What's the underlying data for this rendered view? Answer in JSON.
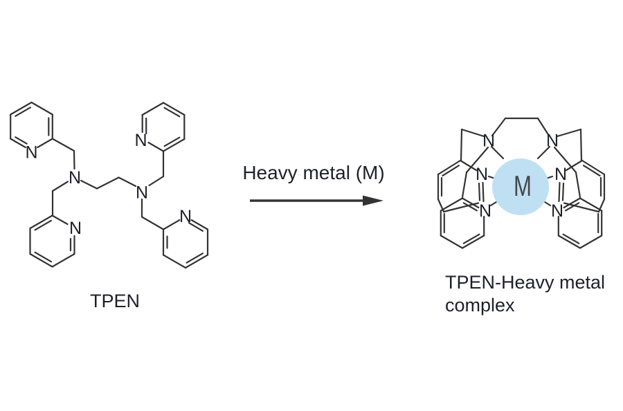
{
  "reaction": {
    "reactant": {
      "caption": "TPEN",
      "atom_label": "N",
      "description": "TPEN free ligand structure with four 2-pyridylmethyl arms on an ethylenediamine core"
    },
    "arrow": {
      "label": "Heavy metal (M)"
    },
    "product": {
      "caption_line1": "TPEN-Heavy metal",
      "caption_line2": "complex",
      "atom_label": "N",
      "metal_label": "M",
      "description": "TPEN wrapped around central metal ion M shown as shaded sphere"
    }
  },
  "colors": {
    "background": "#ffffff",
    "bond": "#333333",
    "atom_text": "#1f1f2b",
    "caption_text": "#1f1f2b",
    "metal_text": "#45454e",
    "metal_circle": "#bfe0f3"
  }
}
